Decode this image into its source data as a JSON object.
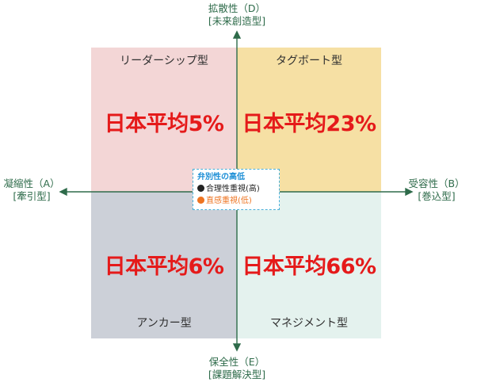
{
  "axes": {
    "top": {
      "line1": "拡散性（D）",
      "line2": "[未来創造型]"
    },
    "bottom": {
      "line1": "保全性（E）",
      "line2": "[課題解決型]"
    },
    "left": {
      "line1": "凝縮性（A）",
      "line2": "[牽引型]"
    },
    "right": {
      "line1": "受容性（B）",
      "line2": "[巻込型]"
    }
  },
  "quadrants": {
    "top_left": {
      "name": "リーダーシップ型",
      "average": "日本平均5%",
      "color": "#f3d6d6"
    },
    "top_right": {
      "name": "タグボート型",
      "average": "日本平均23%",
      "color": "#f6e0a4"
    },
    "bottom_left": {
      "name": "アンカー型",
      "average": "日本平均6%",
      "color": "#ccd0d8"
    },
    "bottom_right": {
      "name": "マネジメント型",
      "average": "日本平均66%",
      "color": "#e4f2ee"
    }
  },
  "legend": {
    "title": "弁別性の高低",
    "items": [
      {
        "label": "合理性重視(高)",
        "color": "#222222"
      },
      {
        "label": "直感重視(低)",
        "color": "#ee7421"
      }
    ]
  },
  "colors": {
    "axis": "#2e6b4a",
    "average_text": "#e51a1a",
    "legend_border": "#4ab0d8"
  }
}
